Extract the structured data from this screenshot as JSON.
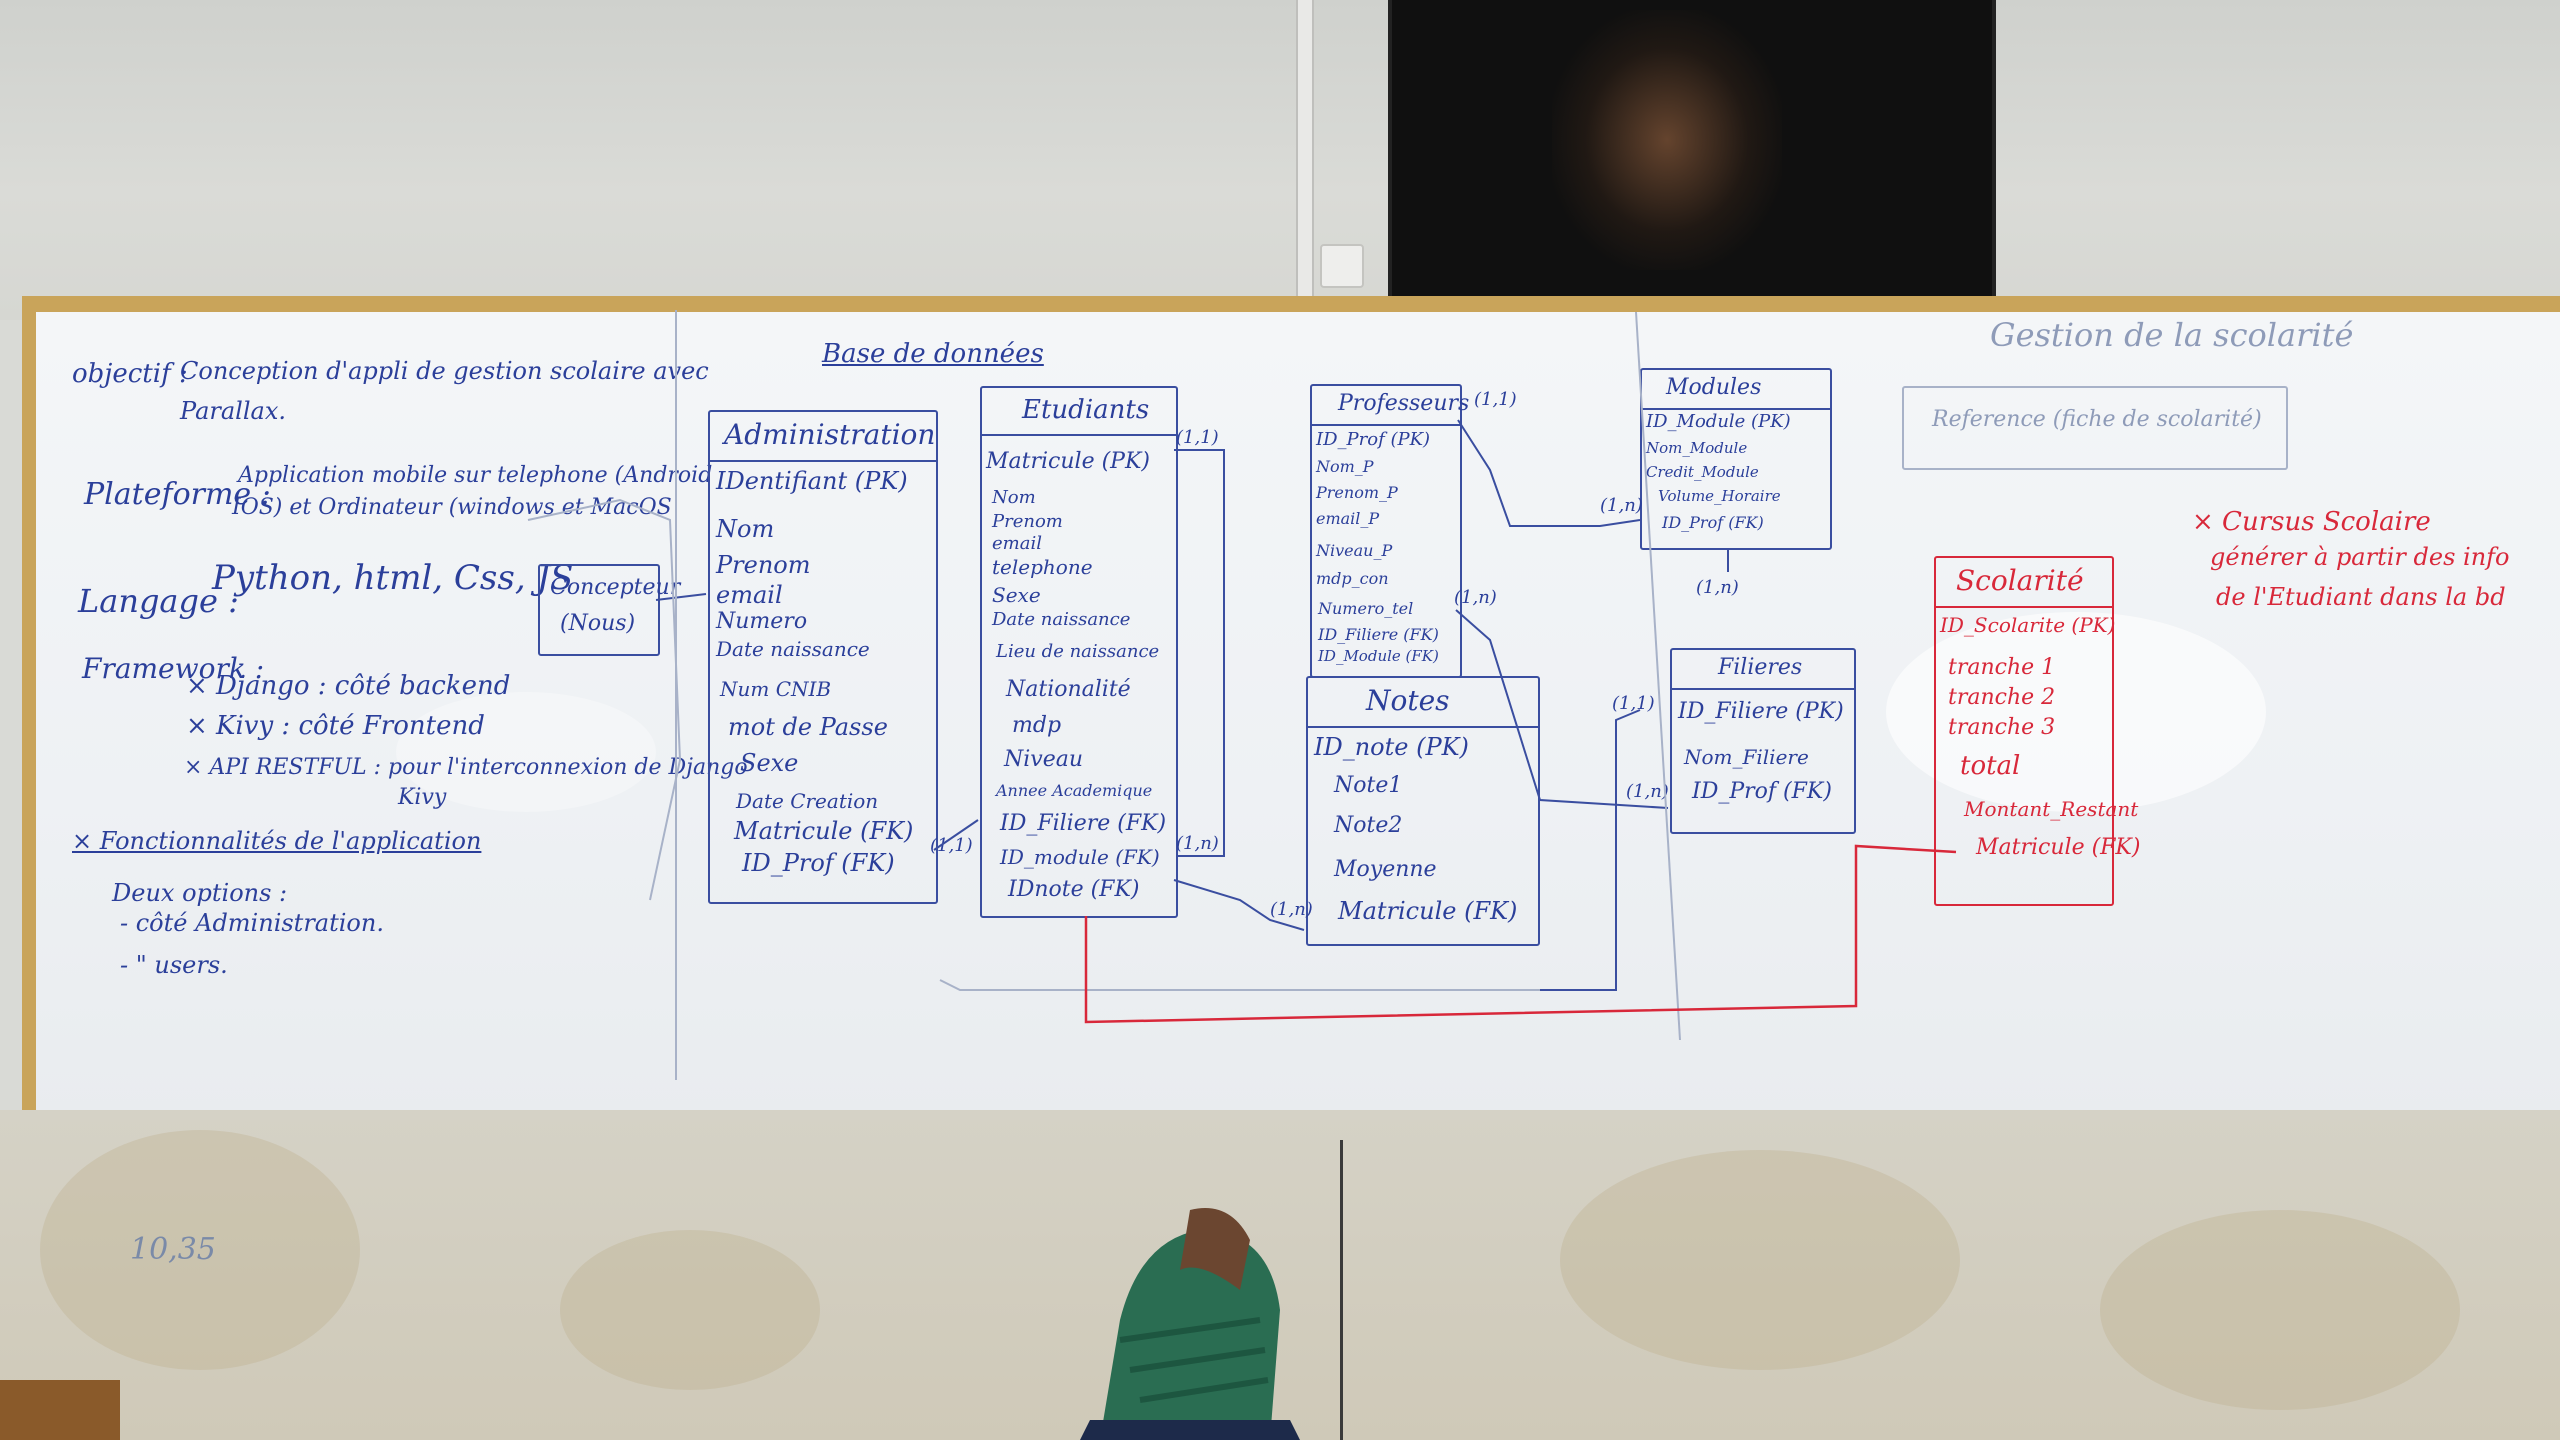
{
  "board": {
    "left": {
      "objectif_label": "objectif :",
      "objectif_text1": "Conception d'appli de gestion scolaire avec",
      "objectif_text2": "Parallax.",
      "plateforme_label": "Plateforme :",
      "plateforme_text1": "Application mobile sur telephone (Android",
      "plateforme_text2": "IOS) et Ordinateur (windows et MacOS",
      "langage_label": "Langage :",
      "langage_text": "Python, html, Css, JS",
      "framework_label": "Framework :",
      "fw_django": "× Django : côté backend",
      "fw_kivy": "× Kivy : côté Frontend",
      "fw_api": "× API RESTFUL : pour l'interconnexion de Django",
      "fw_api2": "Kivy",
      "fonctionnalites": "× Fonctionnalités de l'application",
      "options": "Deux options :",
      "option1": "- côté Administration.",
      "option2": "- \" users."
    },
    "db_title": "Base de données",
    "concepteur": [
      "Concepteur",
      "(Nous)"
    ],
    "administration": {
      "title": "Administration",
      "fields": [
        "IDentifiant (PK)",
        "Nom",
        "Prenom",
        "email",
        "Numero",
        "Date naissance",
        "Num CNIB",
        "mot de Passe",
        "Sexe",
        "Date Creation",
        "Matricule (FK)",
        "ID_Prof (FK)"
      ]
    },
    "etudiants": {
      "title": "Etudiants",
      "fields": [
        "Matricule (PK)",
        "Nom",
        "Prenom",
        "email",
        "telephone",
        "Sexe",
        "Date naissance",
        "Lieu de naissance",
        "Nationalité",
        "mdp",
        "Niveau",
        "Annee Academique",
        "ID_Filiere (FK)",
        "ID_module (FK)",
        "IDnote (FK)"
      ]
    },
    "professeurs": {
      "title": "Professeurs",
      "fields": [
        "ID_Prof (PK)",
        "Nom_P",
        "Prenom_P",
        "email_P",
        "Niveau_P",
        "mdp_con",
        "Numero_tel",
        "ID_Filiere (FK)",
        "ID_Module (FK)"
      ]
    },
    "notes": {
      "title": "Notes",
      "fields": [
        "ID_note (PK)",
        "Note1",
        "Note2",
        "Moyenne",
        "Matricule (FK)"
      ]
    },
    "modules": {
      "title": "Modules",
      "fields": [
        "ID_Module (PK)",
        "Nom_Module",
        "Credit_Module",
        "Volume_Horaire",
        "ID_Prof (FK)"
      ]
    },
    "filieres": {
      "title": "Filieres",
      "fields": [
        "ID_Filiere (PK)",
        "Nom_Filiere",
        "ID_Prof (FK)"
      ]
    },
    "cardinalities": [
      "(1,1)",
      "(1,1)",
      "(1,n)",
      "(1,n)",
      "(1,n)",
      "(1,n)",
      "(1,1)",
      "(1,n)",
      "(1,n)",
      "(1,1)"
    ],
    "right": {
      "gestion_title": "Gestion de la scolarité",
      "reference": "Reference (fiche de scolarité)",
      "cursus1": "× Cursus Scolaire",
      "cursus2": "générer à partir des info",
      "cursus3": "de l'Etudiant dans la bd"
    },
    "scolarite": {
      "title": "Scolarité",
      "fields": [
        "ID_Scolarite (PK)",
        "tranche 1",
        "tranche 2",
        "tranche 3",
        "total",
        "Montant_Restant",
        "Matricule (FK)"
      ]
    }
  },
  "wall_note": "10,35",
  "colors": {
    "marker_blue": "#2b3f9a",
    "marker_red": "#d8283a",
    "frame": "#c9a45a"
  }
}
